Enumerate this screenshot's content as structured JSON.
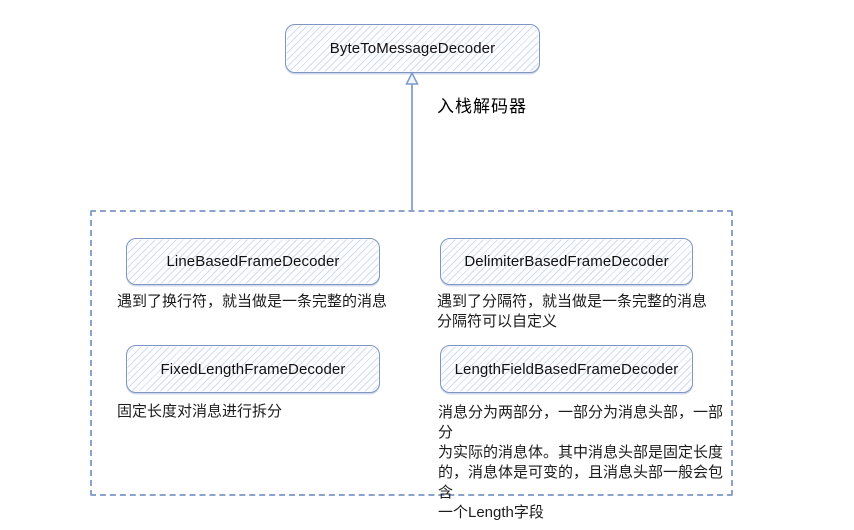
{
  "diagram": {
    "parent": {
      "label": "ByteToMessageDecoder"
    },
    "arrow_label": "入栈解码器",
    "children": [
      {
        "label": "LineBasedFrameDecoder",
        "description": "遇到了换行符，就当做是一条完整的消息"
      },
      {
        "label": "DelimiterBasedFrameDecoder",
        "description": "遇到了分隔符，就当做是一条完整的消息\n分隔符可以自定义"
      },
      {
        "label": "FixedLengthFrameDecoder",
        "description": "固定长度对消息进行拆分"
      },
      {
        "label": "LengthFieldBasedFrameDecoder",
        "description": "消息分为两部分，一部分为消息头部，一部分\n为实际的消息体。其中消息头部是固定长度\n的，消息体是可变的，且消息头部一般会包含\n一个Length字段"
      }
    ]
  },
  "theme": {
    "box-border": "#7d95c2",
    "hatch": "#8da8d0",
    "dash-border": "#8ba3cc",
    "arrow": "#7d9bc9",
    "text": "#1c1c1c"
  }
}
